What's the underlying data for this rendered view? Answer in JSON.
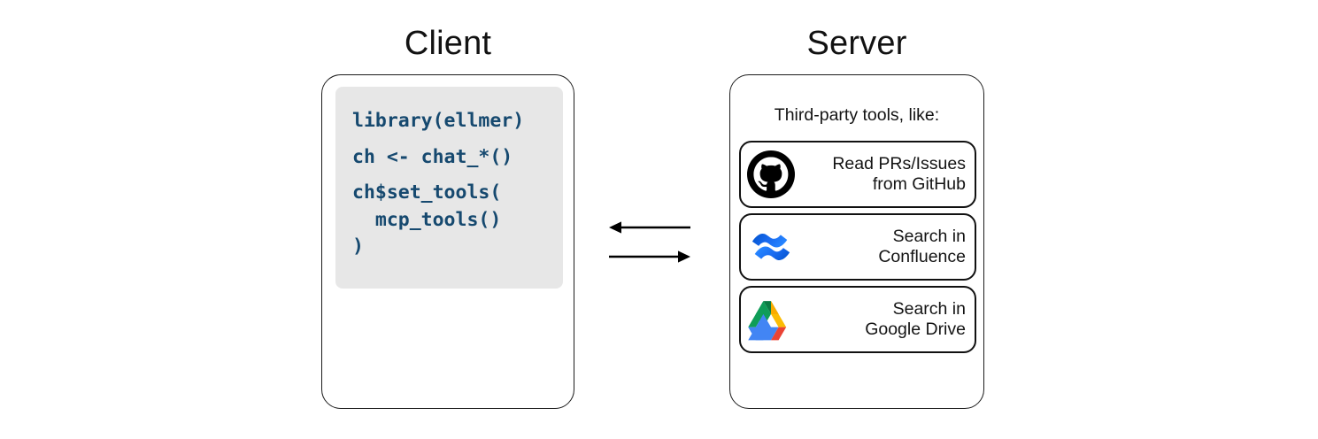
{
  "diagram": {
    "client": {
      "title": "Client",
      "code_lines": [
        "library(ellmer)",
        "ch <- chat_*()",
        "ch$set_tools(",
        "  mcp_tools()",
        ")"
      ],
      "code_color": "#16496f",
      "code_background": "#e7e7e7"
    },
    "server": {
      "title": "Server",
      "caption": "Third-party tools, like:",
      "tools": [
        {
          "icon": "github-icon",
          "label": "Read PRs/Issues\nfrom GitHub",
          "color": "#000000"
        },
        {
          "icon": "confluence-icon",
          "label": "Search in\nConfluence",
          "color": "#1f6fea"
        },
        {
          "icon": "google-drive-icon",
          "label": "Search in\nGoogle Drive",
          "color": "#0f9d58"
        }
      ]
    },
    "arrows": [
      {
        "name": "arrow-server-to-client",
        "direction": "left"
      },
      {
        "name": "arrow-client-to-server",
        "direction": "right"
      }
    ],
    "colors": {
      "stroke": "#111111",
      "background": "#ffffff",
      "code_text": "#16496f",
      "code_panel": "#e7e7e7"
    }
  }
}
